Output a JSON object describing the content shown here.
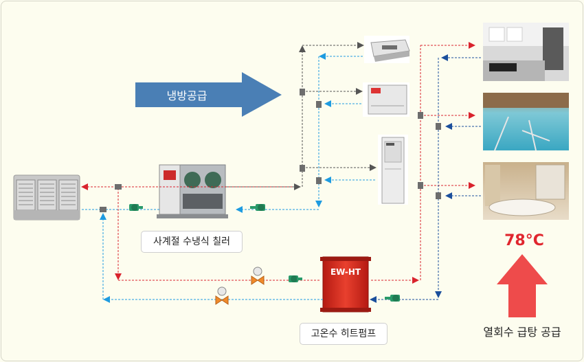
{
  "cooling_supply": "냉방공급",
  "chiller_label": "사계절 수냉식 칠러",
  "heatpump_label": "고온수 히트펌프",
  "heatpump_brand": "EW-HT",
  "hot_water_temp": "78°C",
  "hot_water_supply": "열회수 급탕 공급",
  "colors": {
    "supply_red": "#d9232d",
    "return_blue": "#1e9be0",
    "return_navy": "#1b4f9c",
    "cooling_gray": "#555555",
    "cooling_arrow": "#4a7fb5",
    "hot_arrow": "#ee4b4b",
    "heatpump_body": "#d62a1f"
  },
  "icons": [
    "cooling-tower-icon",
    "chiller-icon",
    "cassette-ac-icon",
    "fan-coil-icon",
    "standing-ac-icon",
    "kitchen-photo",
    "pool-photo",
    "bathroom-photo",
    "pump-icon",
    "valve-icon"
  ]
}
